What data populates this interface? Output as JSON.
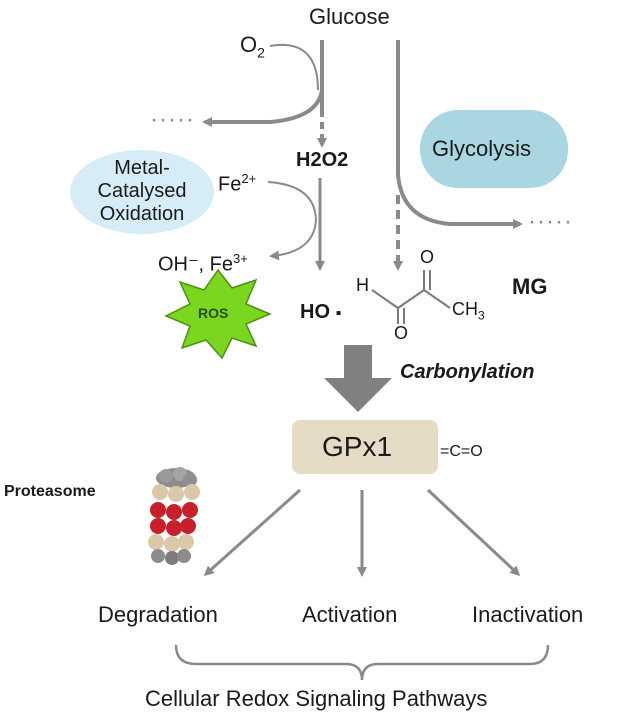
{
  "glucose": "Glucose",
  "o2": "O",
  "o2_sub": "2",
  "dots_left": "·····",
  "dots_right": "·····",
  "h2o2": "H2O2",
  "metal_ox": {
    "line1": "Metal-",
    "line2": "Catalysed",
    "line3": "Oxidation"
  },
  "glycolysis": "Glycolysis",
  "fe2": "Fe",
  "fe2_sup": "2+",
  "ohfe3": "OH⁻, Fe",
  "fe3_sup": "3+",
  "ros": "ROS",
  "ho": "HO",
  "ho_dot": "▪",
  "mg": "MG",
  "mg_h": "H",
  "mg_o1": "O",
  "mg_o2": "O",
  "mg_ch3": "CH",
  "mg_ch3_sub": "3",
  "carbonylation": "Carbonylation",
  "gpx1": "GPx1",
  "carbonyl_tag": "=C=O",
  "proteasome": "Proteasome",
  "degradation": "Degradation",
  "activation": "Activation",
  "inactivation": "Inactivation",
  "pathways": "Cellular Redox Signaling Pathways",
  "colors": {
    "arrow": "#8a8a8a",
    "metal_blob": "#d6ecf6",
    "glycolysis_blob": "#a9d6e1",
    "ros_fill": "#7bd61f",
    "gpx_box": "#e6dcc6",
    "proteasome_red": "#c8202a",
    "proteasome_tan": "#d9c9a8",
    "proteasome_gray": "#8c8c8c"
  }
}
